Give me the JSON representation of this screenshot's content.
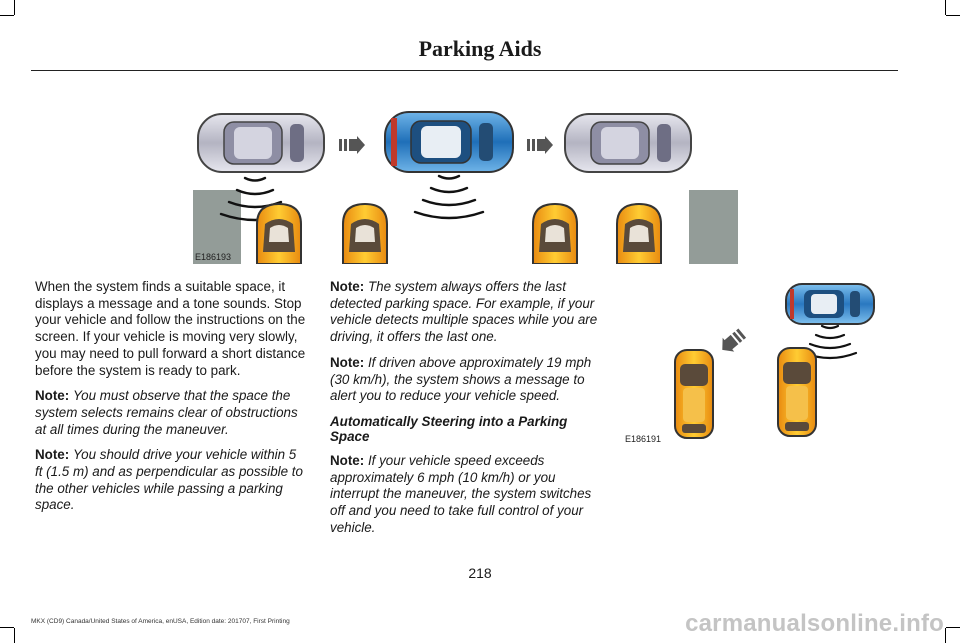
{
  "header": {
    "title": "Parking Aids"
  },
  "figures": {
    "top": {
      "label": "E186193"
    },
    "right": {
      "label": "E186191"
    }
  },
  "left_column": {
    "para1": "When the system finds a suitable space, it displays a message and a tone sounds. Stop your vehicle and follow the instructions on the screen. If your vehicle is moving very slowly, you may need to pull forward a short distance before the system is ready to park.",
    "note1": {
      "label": "Note:",
      "text": "You must observe that the space the system selects remains clear of obstructions at all times during the maneuver."
    },
    "note2": {
      "label": "Note:",
      "text": "You should drive your vehicle within 5 ft (1.5 m) and as perpendicular as possible to the other vehicles while passing a parking space."
    }
  },
  "middle_column": {
    "note1": {
      "label": "Note:",
      "text": "The system always offers the last detected parking space. For example, if your vehicle detects multiple spaces while you are driving, it offers the last one."
    },
    "note2": {
      "label": "Note:",
      "text": "If driven above approximately 19 mph (30 km/h), the system shows a message to alert you to reduce your vehicle speed."
    },
    "subheading": "Automatically Steering into a Parking Space",
    "note3": {
      "label": "Note:",
      "text": "If your vehicle speed exceeds approximately 6 mph (10 km/h) or you interrupt the maneuver, the system switches off and you need to take full control of your vehicle."
    }
  },
  "page_number": "218",
  "footer": "MKX (CD9) Canada/United States of America, enUSA, Edition date: 201707, First Printing",
  "watermark": "carmanualsonline.info"
}
